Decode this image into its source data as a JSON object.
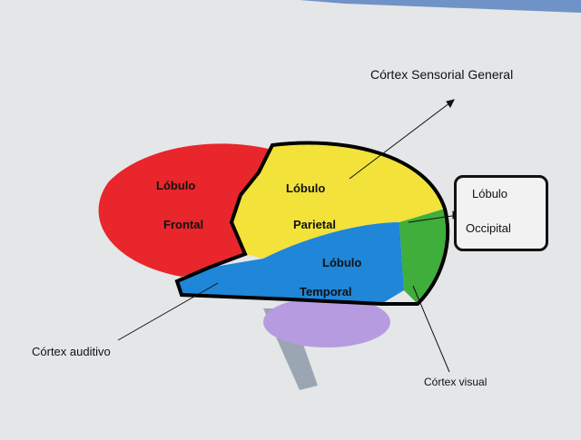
{
  "labels": {
    "sensorial": "Córtex Sensorial General",
    "frontal_1": "Lóbulo",
    "frontal_2": "Frontal",
    "parietal_1": "Lóbulo",
    "parietal_2": "Parietal",
    "temporal_1": "Lóbulo",
    "temporal_2": "Temporal",
    "occipital_1": "Lóbulo",
    "occipital_2": "Occipital",
    "auditivo": "Córtex auditivo",
    "visual": "Córtex visual"
  },
  "colors": {
    "frontal": "#e8262c",
    "parietal": "#f2e23a",
    "temporal": "#1f86d8",
    "occipital": "#3fae3a",
    "cerebellum": "#b79be0",
    "stem": "#9aa6b2"
  }
}
